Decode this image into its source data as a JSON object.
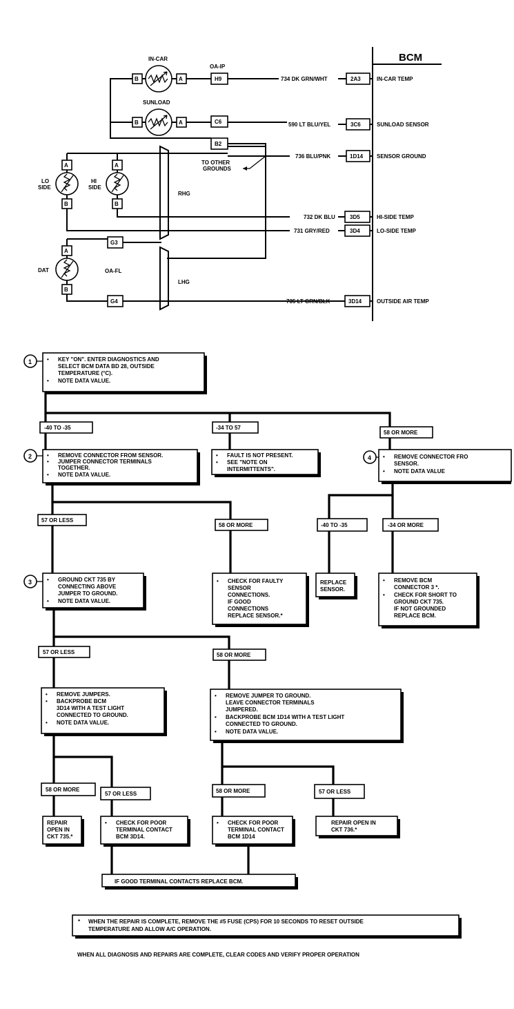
{
  "schematic": {
    "bcm_title": "BCM",
    "in_car_label": "IN-CAR",
    "sunload_label": "SUNLOAD",
    "oa_ip_label": "OA-IP",
    "oa_fl_label": "OA-FL",
    "lo_side_label": "LO\nSIDE",
    "hi_side_label": "HI\nSIDE",
    "dat_label": "DAT",
    "rhg_label": "RHG",
    "lhg_label": "LHG",
    "to_other_grounds": "TO OTHER\nGROUNDS",
    "pin_a": "A",
    "pin_b": "B",
    "connectors": {
      "h9": "H9",
      "c6": "C6",
      "b2": "B2",
      "g3": "G3",
      "g4": "G4"
    },
    "wires": [
      {
        "circuit": "734 DK GRN/WHT",
        "pin": "2A3",
        "function": "IN-CAR TEMP"
      },
      {
        "circuit": "590 LT BLU/YEL",
        "pin": "3C6",
        "function": "SUNLOAD SENSOR"
      },
      {
        "circuit": "736 BLU/PNK",
        "pin": "1D14",
        "function": "SENSOR GROUND"
      },
      {
        "circuit": "732 DK BLU",
        "pin": "3D5",
        "function": "HI-SIDE TEMP"
      },
      {
        "circuit": "731 GRY/RED",
        "pin": "3D4",
        "function": "LO-SIDE TEMP"
      },
      {
        "circuit": "735 LT GRN/BLK",
        "pin": "3D14",
        "function": "OUTSIDE AIR TEMP"
      }
    ]
  },
  "flowchart": {
    "step1_num": "1",
    "step1": [
      "KEY \"ON\".   ENTER DIAGNOSTICS AND",
      "SELECT BCM DATA BD 28, OUTSIDE",
      "TEMPERATURE (°C).",
      "NOTE DATA VALUE."
    ],
    "r1a": "-40 TO -35",
    "r1b": "-34 TO 57",
    "r1c": "58 OR MORE",
    "step2_num": "2",
    "step2": [
      "REMOVE CONNECTOR FROM SENSOR.",
      "JUMPER CONNECTOR TERMINALS",
      "TOGETHER.",
      "NOTE DATA VALUE."
    ],
    "fault": [
      "FAULT IS NOT PRESENT.",
      "SEE \"NOTE ON",
      "INTERMITTENTS\"."
    ],
    "step4_num": "4",
    "step4": [
      "REMOVE CONNECTOR FRO",
      "SENSOR.",
      "NOTE DATA VALUE"
    ],
    "r2a": "57 OR LESS",
    "r2b": "58 OR MORE",
    "r4a": "-40 TO -35",
    "r4b": "-34 OR MORE",
    "step3_num": "3",
    "step3": [
      "GROUND CKT 735 BY",
      "CONNECTING ABOVE",
      "JUMPER TO GROUND.",
      "NOTE DATA VALUE."
    ],
    "faulty": [
      "CHECK FOR FAULTY",
      "SENSOR",
      "CONNECTIONS.",
      "IF GOOD",
      "CONNECTIONS",
      "REPLACE SENSOR.*"
    ],
    "replace_sensor": [
      "REPLACE",
      "SENSOR."
    ],
    "remove_bcm": [
      "REMOVE BCM",
      "CONNECTOR 3 *.",
      "CHECK FOR SHORT TO",
      "GROUND CKT 735.",
      "IF NOT GROUNDED",
      "REPLACE BCM."
    ],
    "r3a": "57 OR LESS",
    "r3b": "58 OR MORE",
    "remove_jumpers": [
      "REMOVE JUMPERS.",
      "BACKPROBE BCM",
      "3D14 WITH A TEST LIGHT",
      "CONNECTED TO GROUND.",
      "NOTE DATA VALUE."
    ],
    "remove_jumper_ground": [
      "REMOVE JUMPER TO GROUND.",
      "LEAVE CONNECTOR TERMINALS",
      "JUMPERED.",
      "BACKPROBE BCM 1D14 WITH A TEST LIGHT",
      "CONNECTED TO GROUND.",
      "NOTE DATA VALUE."
    ],
    "r5a": "58 OR MORE",
    "r5b": "57 OR LESS",
    "r6a": "58 OR MORE",
    "r6b": "57 OR LESS",
    "repair735": [
      "REPAIR",
      "OPEN IN",
      "CKT 735.*"
    ],
    "check3d14": [
      "CHECK FOR POOR",
      "TERMINAL CONTACT",
      "BCM 3D14."
    ],
    "check1d14": [
      "CHECK FOR POOR",
      "TERMINAL CONTACT",
      "BCM 1D14"
    ],
    "repair736": [
      "REPAIR OPEN IN",
      "CKT 736.*"
    ],
    "good_contacts": "IF GOOD TERMINAL CONTACTS REPLACE  BCM.",
    "footnote_star": "*",
    "footnote": [
      "WHEN THE REPAIR IS COMPLETE, REMOVE THE #5 FUSE (CPS) FOR 10 SECONDS TO RESET OUTSIDE",
      "TEMPERATURE AND ALLOW A/C OPERATION."
    ],
    "final_note": "WHEN ALL DIAGNOSIS AND REPAIRS ARE COMPLETE,  CLEAR CODES AND VERIFY PROPER OPERATION"
  }
}
